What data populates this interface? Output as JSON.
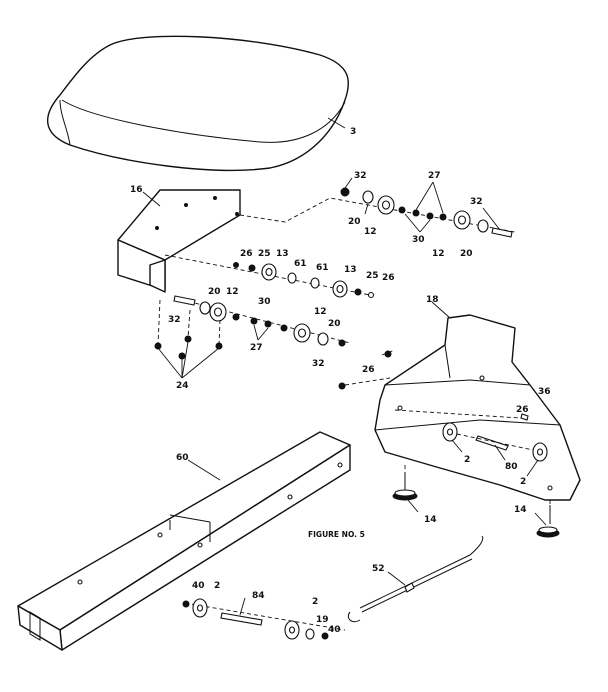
{
  "figure_caption": "FIGURE NO. 5",
  "callouts": [
    {
      "id": "seat",
      "text": "3"
    },
    {
      "id": "bracket",
      "text": "16"
    },
    {
      "id": "frame",
      "text": "18"
    },
    {
      "id": "rail",
      "text": "60"
    },
    {
      "id": "c32a",
      "text": "32"
    },
    {
      "id": "c27a",
      "text": "27"
    },
    {
      "id": "c32b",
      "text": "32"
    },
    {
      "id": "c20a",
      "text": "20"
    },
    {
      "id": "c12a",
      "text": "12"
    },
    {
      "id": "c30a",
      "text": "30"
    },
    {
      "id": "c12b",
      "text": "12"
    },
    {
      "id": "c20b",
      "text": "20"
    },
    {
      "id": "c26a",
      "text": "26"
    },
    {
      "id": "c25a",
      "text": "25"
    },
    {
      "id": "c13a",
      "text": "13"
    },
    {
      "id": "c61a",
      "text": "61"
    },
    {
      "id": "c61b",
      "text": "61"
    },
    {
      "id": "c13b",
      "text": "13"
    },
    {
      "id": "c25b",
      "text": "25"
    },
    {
      "id": "c26b",
      "text": "26"
    },
    {
      "id": "c20c",
      "text": "20"
    },
    {
      "id": "c12c",
      "text": "12"
    },
    {
      "id": "c30b",
      "text": "30"
    },
    {
      "id": "c12d",
      "text": "12"
    },
    {
      "id": "c20d",
      "text": "20"
    },
    {
      "id": "c27b",
      "text": "27"
    },
    {
      "id": "c32c",
      "text": "32"
    },
    {
      "id": "c32d",
      "text": "32"
    },
    {
      "id": "c24",
      "text": "24"
    },
    {
      "id": "c26c",
      "text": "26"
    },
    {
      "id": "c36",
      "text": "36"
    },
    {
      "id": "c26d",
      "text": "26"
    },
    {
      "id": "c2a",
      "text": "2"
    },
    {
      "id": "c80",
      "text": "80"
    },
    {
      "id": "c2b",
      "text": "2"
    },
    {
      "id": "c14a",
      "text": "14"
    },
    {
      "id": "c14b",
      "text": "14"
    },
    {
      "id": "c52",
      "text": "52"
    },
    {
      "id": "c40a",
      "text": "40"
    },
    {
      "id": "c2c",
      "text": "2"
    },
    {
      "id": "c84",
      "text": "84"
    },
    {
      "id": "c2d",
      "text": "2"
    },
    {
      "id": "c19",
      "text": "19"
    },
    {
      "id": "c40b",
      "text": "40"
    }
  ]
}
